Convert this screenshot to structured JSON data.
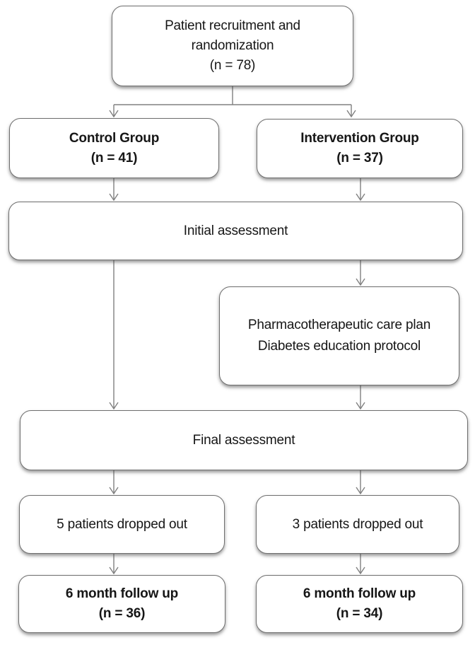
{
  "diagram": {
    "type": "flowchart",
    "title": "Patient recruitment and randomization flow",
    "nodes": {
      "recruitment": {
        "lines": [
          "Patient recruitment and",
          "randomization",
          "(n = 78)"
        ],
        "bold": false
      },
      "control": {
        "lines": [
          "Control Group",
          "(n = 41)"
        ],
        "bold": true
      },
      "intervention": {
        "lines": [
          "Intervention Group",
          "(n = 37)"
        ],
        "bold": true
      },
      "initial": {
        "lines": [
          "Initial assessment"
        ],
        "bold": false
      },
      "careplan": {
        "lines": [
          "Pharmacotherapeutic care plan",
          "Diabetes education protocol"
        ],
        "bold": false
      },
      "final": {
        "lines": [
          "Final assessment"
        ],
        "bold": false
      },
      "dropout_left": {
        "lines": [
          "5 patients dropped out"
        ],
        "bold": false
      },
      "dropout_right": {
        "lines": [
          "3 patients dropped out"
        ],
        "bold": false
      },
      "followup_left": {
        "lines": [
          "6 month follow up",
          "(n = 36)"
        ],
        "bold": true
      },
      "followup_right": {
        "lines": [
          "6 month follow up",
          "(n = 34)"
        ],
        "bold": true
      }
    },
    "edges": [
      {
        "from": "recruitment",
        "to": "control"
      },
      {
        "from": "recruitment",
        "to": "intervention"
      },
      {
        "from": "control",
        "to": "initial"
      },
      {
        "from": "intervention",
        "to": "initial"
      },
      {
        "from": "initial",
        "to": "final"
      },
      {
        "from": "initial",
        "to": "careplan"
      },
      {
        "from": "careplan",
        "to": "final"
      },
      {
        "from": "final",
        "to": "dropout_left"
      },
      {
        "from": "final",
        "to": "dropout_right"
      },
      {
        "from": "dropout_left",
        "to": "followup_left"
      },
      {
        "from": "dropout_right",
        "to": "followup_right"
      }
    ],
    "colors": {
      "background": "#ffffff",
      "box_fill": "#ffffff",
      "box_border": "#6f6f6f",
      "connector": "#808080",
      "text": "#161616"
    }
  }
}
